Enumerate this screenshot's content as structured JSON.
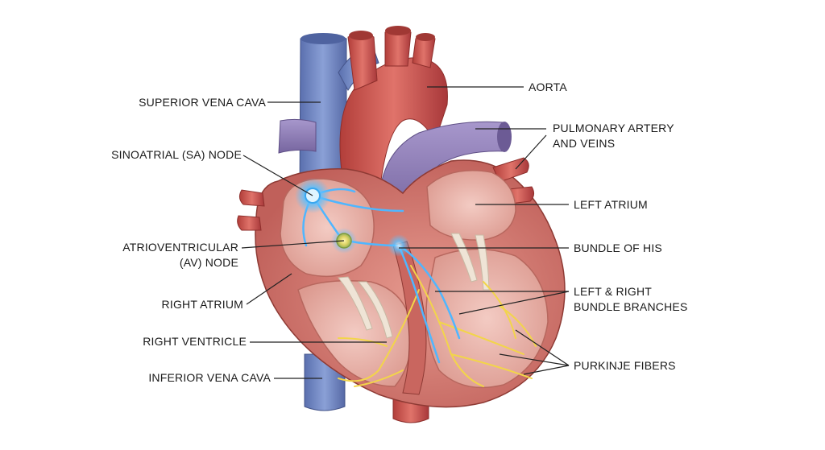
{
  "labels": {
    "superior_vena_cava": "SUPERIOR VENA CAVA",
    "sa_node": "SINOATRIAL (SA) NODE",
    "av_node_line1": "ATRIOVENTRICULAR",
    "av_node_line2": "(AV) NODE",
    "right_atrium": "RIGHT ATRIUM",
    "right_ventricle": "RIGHT VENTRICLE",
    "inferior_vena_cava": "INFERIOR VENA CAVA",
    "aorta": "AORTA",
    "pulmonary_line1": "PULMONARY ARTERY",
    "pulmonary_line2": "AND VEINS",
    "left_atrium": "LEFT ATRIUM",
    "bundle_of_his": "BUNDLE OF HIS",
    "bundle_branches_line1": "LEFT & RIGHT",
    "bundle_branches_line2": "BUNDLE BRANCHES",
    "purkinje_fibers": "PURKINJE FIBERS"
  },
  "colors": {
    "vein_blue": "#6f86c2",
    "artery_red": "#c8504a",
    "pulmonary_purple": "#8d7bb5",
    "muscle": "#d9837a",
    "chamber_pink": "#eeb9b0",
    "conduction_blue": "#4fb6ff",
    "purkinje_yellow": "#f2d54a",
    "label_text": "#1a1a1a"
  }
}
